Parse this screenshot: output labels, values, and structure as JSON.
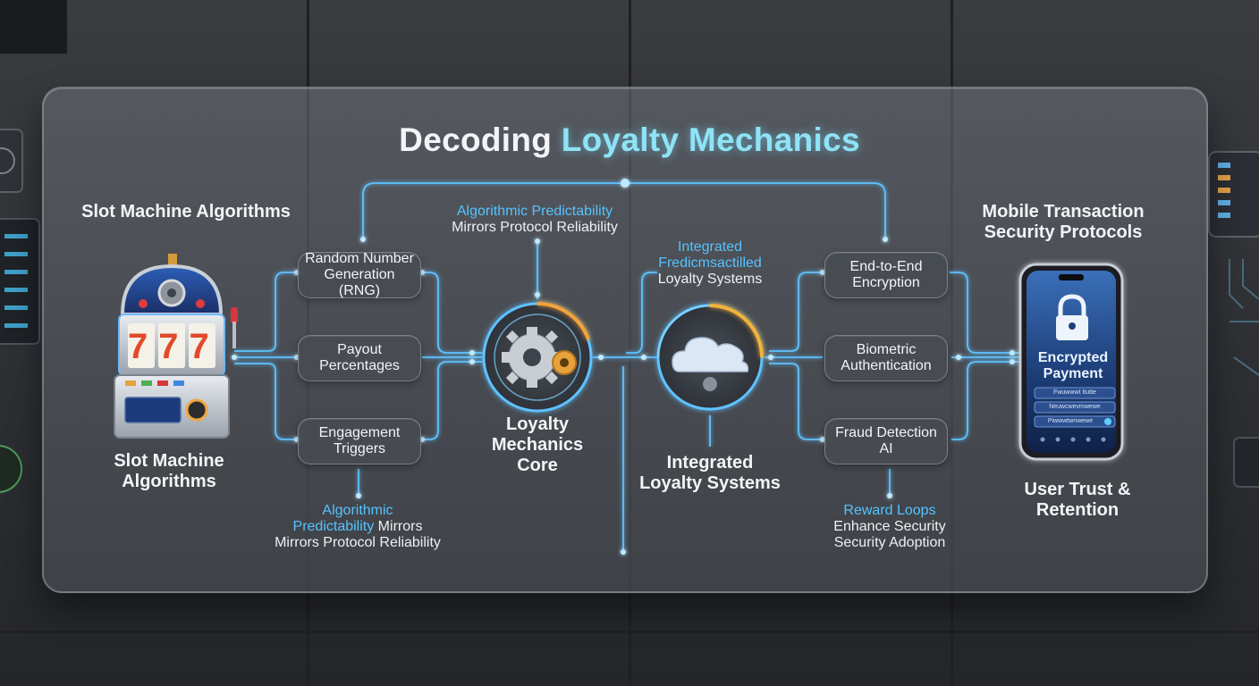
{
  "title": {
    "prefix": "Decoding ",
    "accent": "Loyalty Mechanics"
  },
  "left": {
    "heading": "Slot Machine Algorithms",
    "caption_line1": "Slot Machine",
    "caption_line2": "Algorithms",
    "machine_glyph": "777",
    "nodes": [
      "Random Number Generation (RNG)",
      "Payout Percentages",
      "Engagement Triggers"
    ]
  },
  "top_annotation": {
    "line1": "Algorithmic Predictability",
    "line2": "Mirrors Protocol Reliability"
  },
  "bottom_left_annotation": {
    "line1": "Algorithmic",
    "line2_blue": "Predictability",
    "line2_rest": " Mirrors",
    "line3": "Mirrors Protocol Reliability"
  },
  "core": {
    "line1": "Loyalty",
    "line2": "Mechanics",
    "line3": "Core",
    "icon": "gear-icon"
  },
  "integrated": {
    "top_line1": "Integrated",
    "top_line2": "Fredicmsactilled",
    "top_line3": "Loyalty Systems",
    "caption_line1": "Integrated",
    "caption_line2": "Loyalty Systems",
    "icon": "cloud-icon"
  },
  "right": {
    "heading_line1": "Mobile Transaction",
    "heading_line2": "Security Protocols",
    "nodes": [
      "End-to-End Encryption",
      "Biometric Authentication",
      "Fraud Detection AI"
    ],
    "caption_line1": "User Trust &",
    "caption_line2": "Retention"
  },
  "reward_annotation": {
    "line1": "Reward Loops",
    "line2": "Enhance Security",
    "line3": "Security Adoption"
  },
  "phone": {
    "line1": "Encrypted",
    "line2": "Payment",
    "field1": "Fwuwwwt Itutte",
    "field2": "Neuwcwevmwewe",
    "field3": "Piwwwtwnwewe",
    "icon": "lock-icon"
  },
  "colors": {
    "accent_cyan": "#8ee3f5",
    "line_blue": "#5fc2ff",
    "orange_glow": "#f2a33a"
  }
}
